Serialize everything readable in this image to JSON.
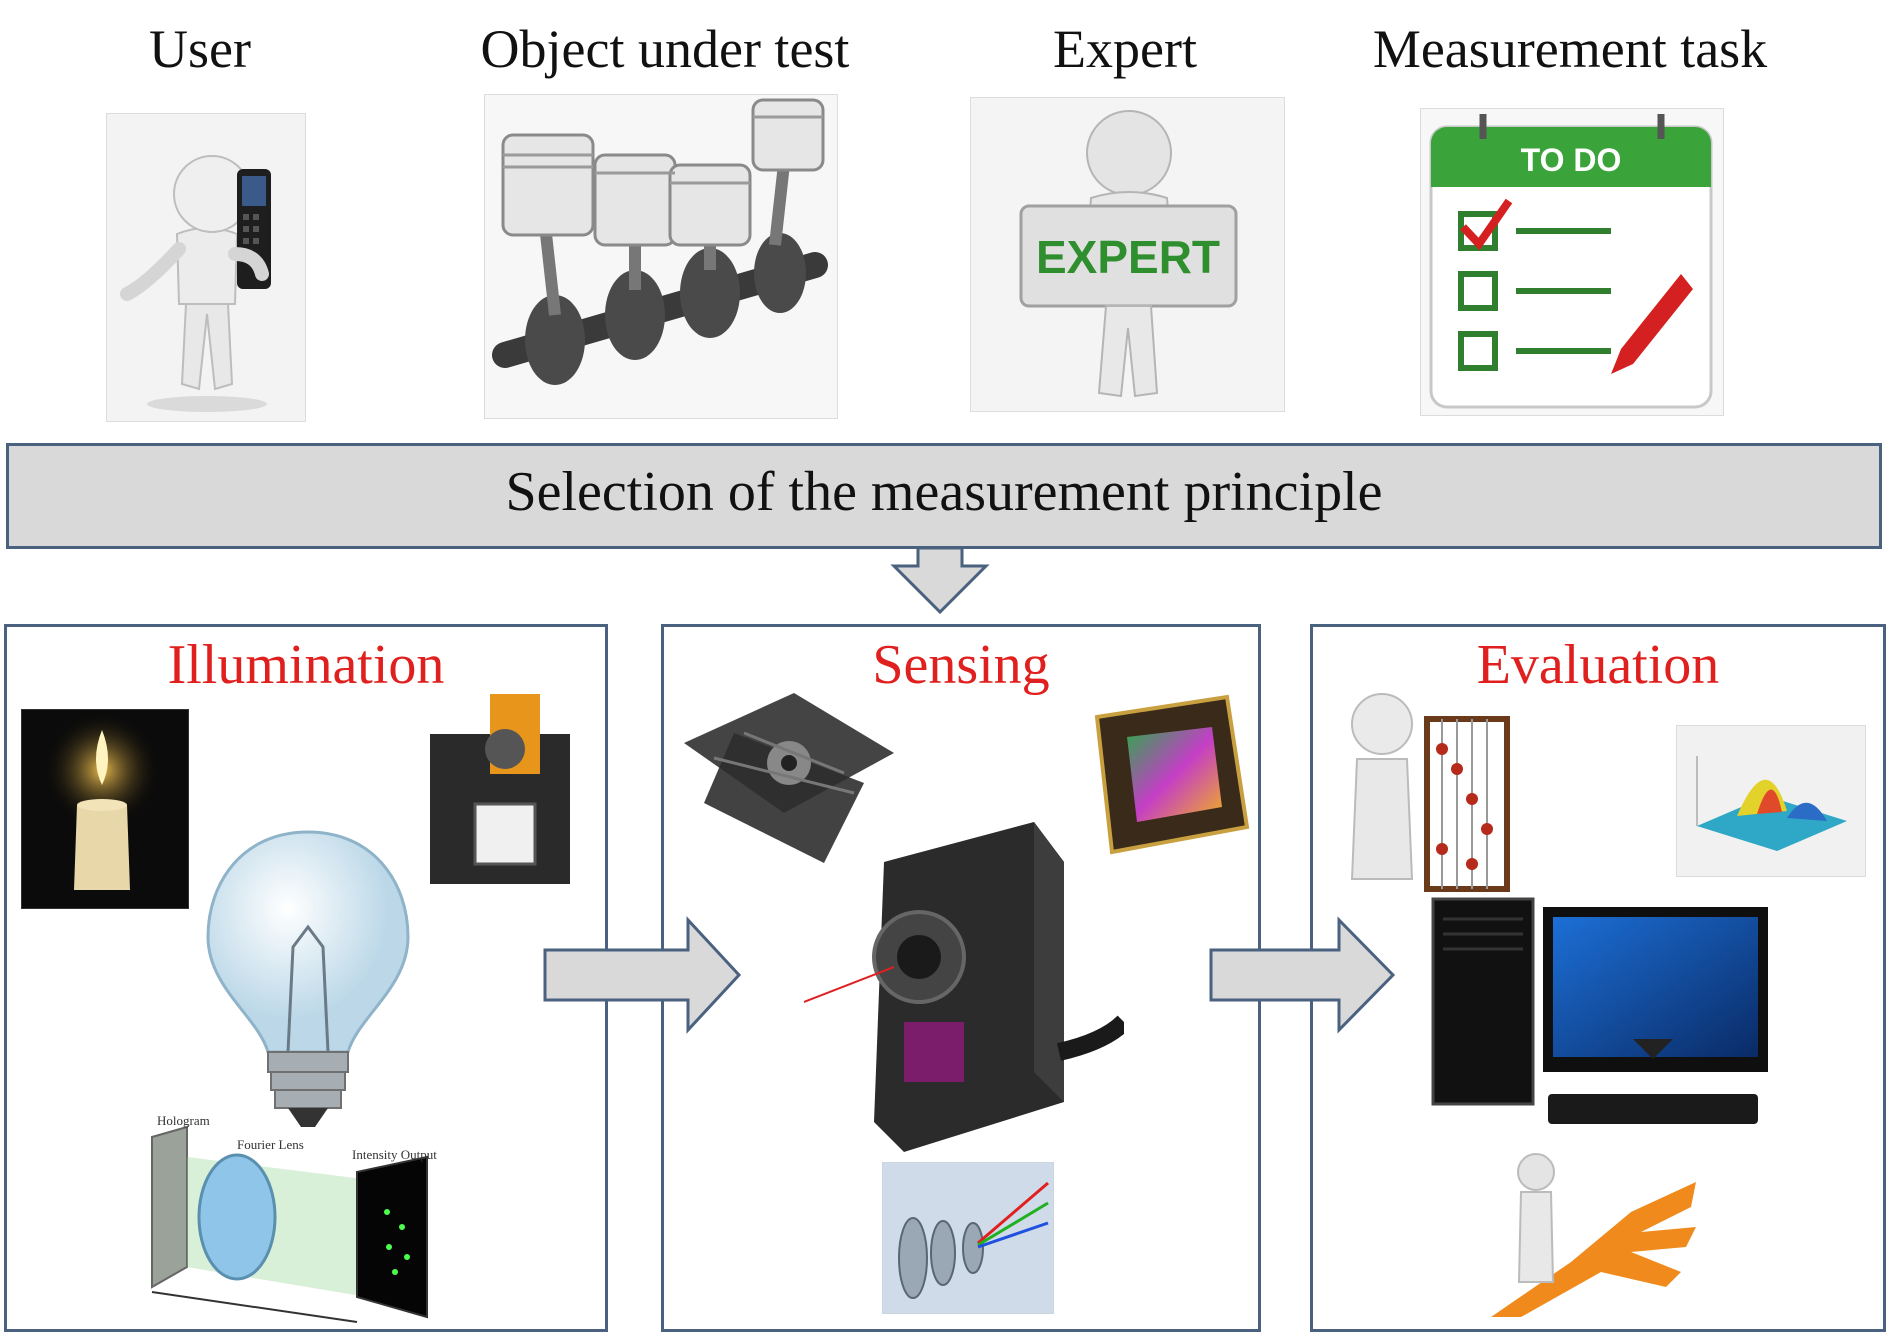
{
  "stakeholders": [
    {
      "label": "User",
      "icon": "user-phone-figure"
    },
    {
      "label": "Object under test",
      "icon": "engine-pistons"
    },
    {
      "label": "Expert",
      "icon": "expert-sign-figure",
      "sign_text": "EXPERT"
    },
    {
      "label": "Measurement task",
      "icon": "todo-calendar",
      "header_text": "TO DO"
    }
  ],
  "banner": {
    "label": "Selection of the measurement principle"
  },
  "stages": [
    {
      "title": "Illumination",
      "icons": [
        "candle",
        "light-bulb",
        "projector-module",
        "hologram-optics"
      ],
      "optics_labels": [
        "Hologram",
        "Fourier Lens",
        "Intensity Output"
      ]
    },
    {
      "title": "Sensing",
      "icons": [
        "xy-stage",
        "image-sensor-chip",
        "laser-sensor",
        "lens-system"
      ]
    },
    {
      "title": "Evaluation",
      "icons": [
        "abacus-figure",
        "surface-plot",
        "desktop-computer",
        "decision-figure"
      ]
    }
  ],
  "colors": {
    "stage_title": "#e0201e",
    "frame": "#4a6180",
    "banner_fill": "#d9d9d9",
    "arrow_fill": "#d9d9d9"
  }
}
